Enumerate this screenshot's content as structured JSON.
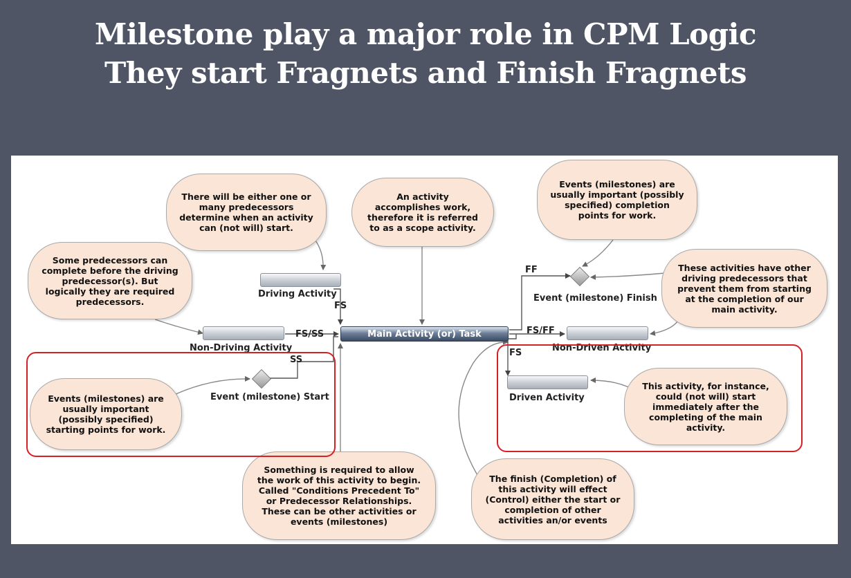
{
  "title": {
    "line1": "Milestone play a major role in CPM Logic",
    "line2": "They start Fragnets and Finish Fragnets"
  },
  "nodes": {
    "main": "Main Activity (or) Task",
    "driving": "Driving Activity",
    "non_driving": "Non-Driving Activity",
    "event_start": "Event (milestone) Start",
    "event_finish": "Event (milestone) Finish",
    "non_driven": "Non-Driven Activity",
    "driven": "Driven Activity"
  },
  "links": {
    "fs_top": "FS",
    "fs_ss": "FS/SS",
    "ss": "SS",
    "ff": "FF",
    "fs_ff": "FS/FF",
    "fs_right": "FS"
  },
  "callouts": {
    "predecessors": "There will be either one or many predecessors determine when an activity can (not will) start.",
    "scope": "An activity accomplishes work, therefore it is referred to as a scope activity.",
    "completion_points": "Events (milestones) are usually important (possibly specified) completion points for work.",
    "non_driving": "Some predecessors can complete before the driving predecessor(s). But logically they are required predecessors.",
    "other_drivers": "These activities have other driving predecessors that prevent them from starting at the completion of our main activity.",
    "starting_points": "Events (milestones) are usually important (possibly specified) starting points for work.",
    "conditions": "Something is required to allow the work of this activity to begin. Called \"Conditions Precedent To\" or Predecessor Relationships. These can be other activities or events (milestones)",
    "finish_effect": "The finish (Completion) of this activity will effect (Control) either the start or completion of other activities an/or events",
    "immediate": "This activity, for instance, could (not will) start immediately after the completing of the main activity."
  },
  "colors": {
    "background": "#4f5564",
    "bubble_fill": "#fbe5d6",
    "highlight": "#d91f26"
  }
}
